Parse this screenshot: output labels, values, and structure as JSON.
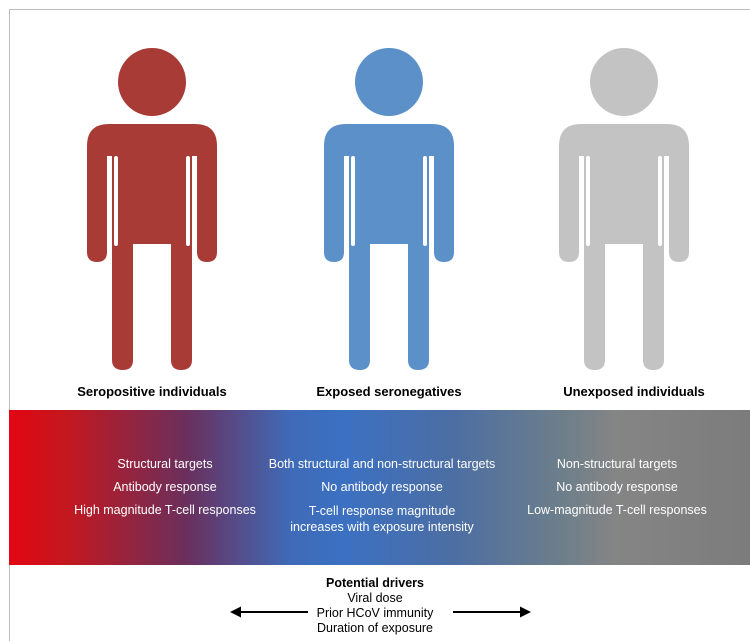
{
  "groups": [
    {
      "label": "Seropositive individuals",
      "color": "#a93b37",
      "lines": [
        "Structural targets",
        "Antibody response",
        "High magnitude T-cell responses"
      ]
    },
    {
      "label": "Exposed seronegatives",
      "color": "#5b91c8",
      "lines": [
        "Both structural and non-structural targets",
        "No antibody response",
        "T-cell response magnitude",
        "increases with exposure intensity"
      ]
    },
    {
      "label": "Unexposed individuals",
      "color": "#c3c3c3",
      "lines": [
        "Non-structural targets",
        "No antibody response",
        "Low-magnitude T-cell responses"
      ]
    }
  ],
  "drivers": {
    "title": "Potential drivers",
    "items": [
      "Viral dose",
      "Prior HCoV immunity",
      "Duration of exposure"
    ]
  }
}
